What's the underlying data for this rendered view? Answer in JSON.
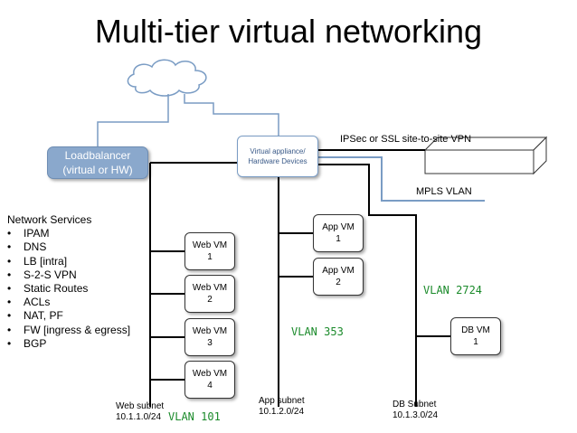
{
  "title": "Multi-tier virtual networking",
  "loadbalancer": {
    "label": "Loadbalancer\n(virtual or HW)"
  },
  "appliance": {
    "label": "Virtual appliance/\nHardware Devices"
  },
  "ipsec_label": "IPSec or SSL site-to-site VPN",
  "mpls_label": "MPLS VLAN",
  "network_services": {
    "heading": "Network Services",
    "items": [
      "IPAM",
      "DNS",
      "LB [intra]",
      "S-2-S VPN",
      "Static Routes",
      "ACLs",
      "NAT, PF",
      "FW [ingress & egress]",
      "BGP"
    ]
  },
  "web_vms": [
    "Web VM\n1",
    "Web VM\n2",
    "Web VM\n3",
    "Web VM\n4"
  ],
  "app_vms": [
    "App VM\n1",
    "App VM\n2"
  ],
  "db_vms": [
    "DB VM\n1"
  ],
  "vlans": {
    "web": "VLAN 101",
    "app": "VLAN 353",
    "db": "VLAN 2724"
  },
  "subnets": {
    "web": "Web subnet\n10.1.1.0/24",
    "app": "App subnet\n10.1.2.0/24",
    "db": "DB Subnet\n10.1.3.0/24"
  },
  "colors": {
    "loadbalancer_fill": "#8aa8cc",
    "appliance_border": "#7a9cc4",
    "connector": "#7a9cc4",
    "vlan_text": "#1a8a2a",
    "lines": "#000000"
  }
}
